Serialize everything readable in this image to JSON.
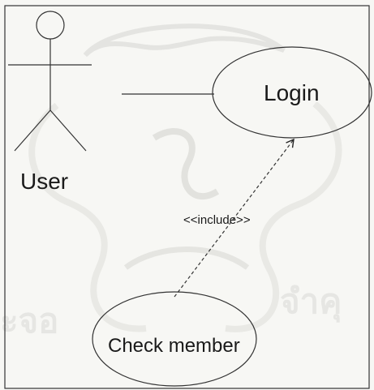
{
  "diagram": {
    "actor": {
      "name": "User"
    },
    "use_cases": [
      {
        "label": "Login"
      },
      {
        "label": "Check member"
      }
    ],
    "relations": [
      {
        "label": "<<include>>"
      }
    ],
    "watermark": {
      "text_left": "ะจอ",
      "text_right": "จำคุ"
    }
  }
}
